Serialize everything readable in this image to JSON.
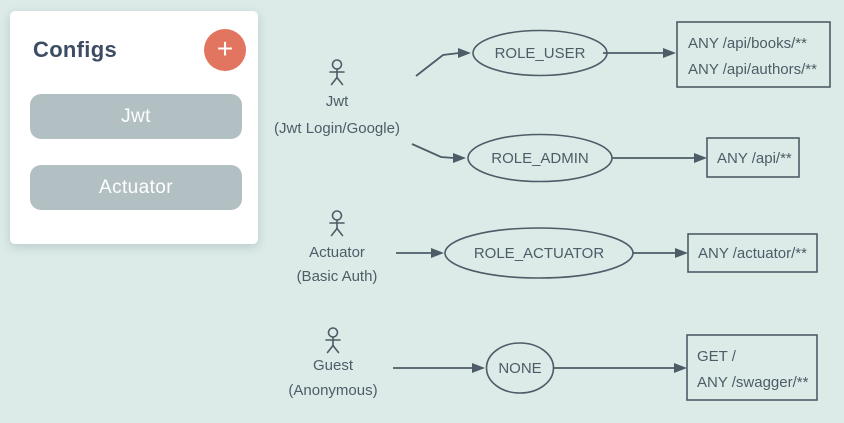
{
  "configs_panel": {
    "title": "Configs",
    "add_label": "+",
    "items": [
      {
        "label": "Jwt"
      },
      {
        "label": "Actuator"
      }
    ]
  },
  "diagram": {
    "actors": [
      {
        "name": "Jwt",
        "auth_hint": "(Jwt Login/Google)"
      },
      {
        "name": "Actuator",
        "auth_hint": "(Basic Auth)"
      },
      {
        "name": "Guest",
        "auth_hint": "(Anonymous)"
      }
    ],
    "roles": [
      {
        "label": "ROLE_USER"
      },
      {
        "label": "ROLE_ADMIN"
      },
      {
        "label": "ROLE_ACTUATOR"
      },
      {
        "label": "NONE"
      }
    ],
    "rules": [
      {
        "lines": [
          "ANY /api/books/**",
          "ANY /api/authors/**"
        ]
      },
      {
        "lines": [
          "ANY /api/**"
        ]
      },
      {
        "lines": [
          "ANY /actuator/**"
        ]
      },
      {
        "lines": [
          "GET /",
          "ANY /swagger/**"
        ]
      }
    ]
  },
  "colors": {
    "background": "#dcebe8",
    "card": "#ffffff",
    "accent": "#e2755f",
    "config_button": "#b2c0c4",
    "title_text": "#3c4d63",
    "diagram_stroke": "#4d5c66"
  }
}
